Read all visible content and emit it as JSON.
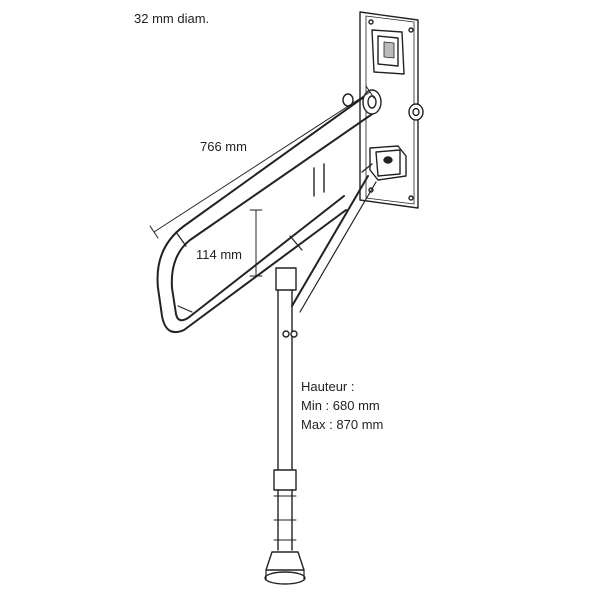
{
  "labels": {
    "diameter": "32 mm diam.",
    "length": "766 mm",
    "gap": "114 mm",
    "height_title": "Hauteur :",
    "height_min": "Min : 680 mm",
    "height_max": "Max : 870 mm"
  },
  "colors": {
    "line": "#222222",
    "background": "#ffffff",
    "shade": "#bbbbbb"
  }
}
